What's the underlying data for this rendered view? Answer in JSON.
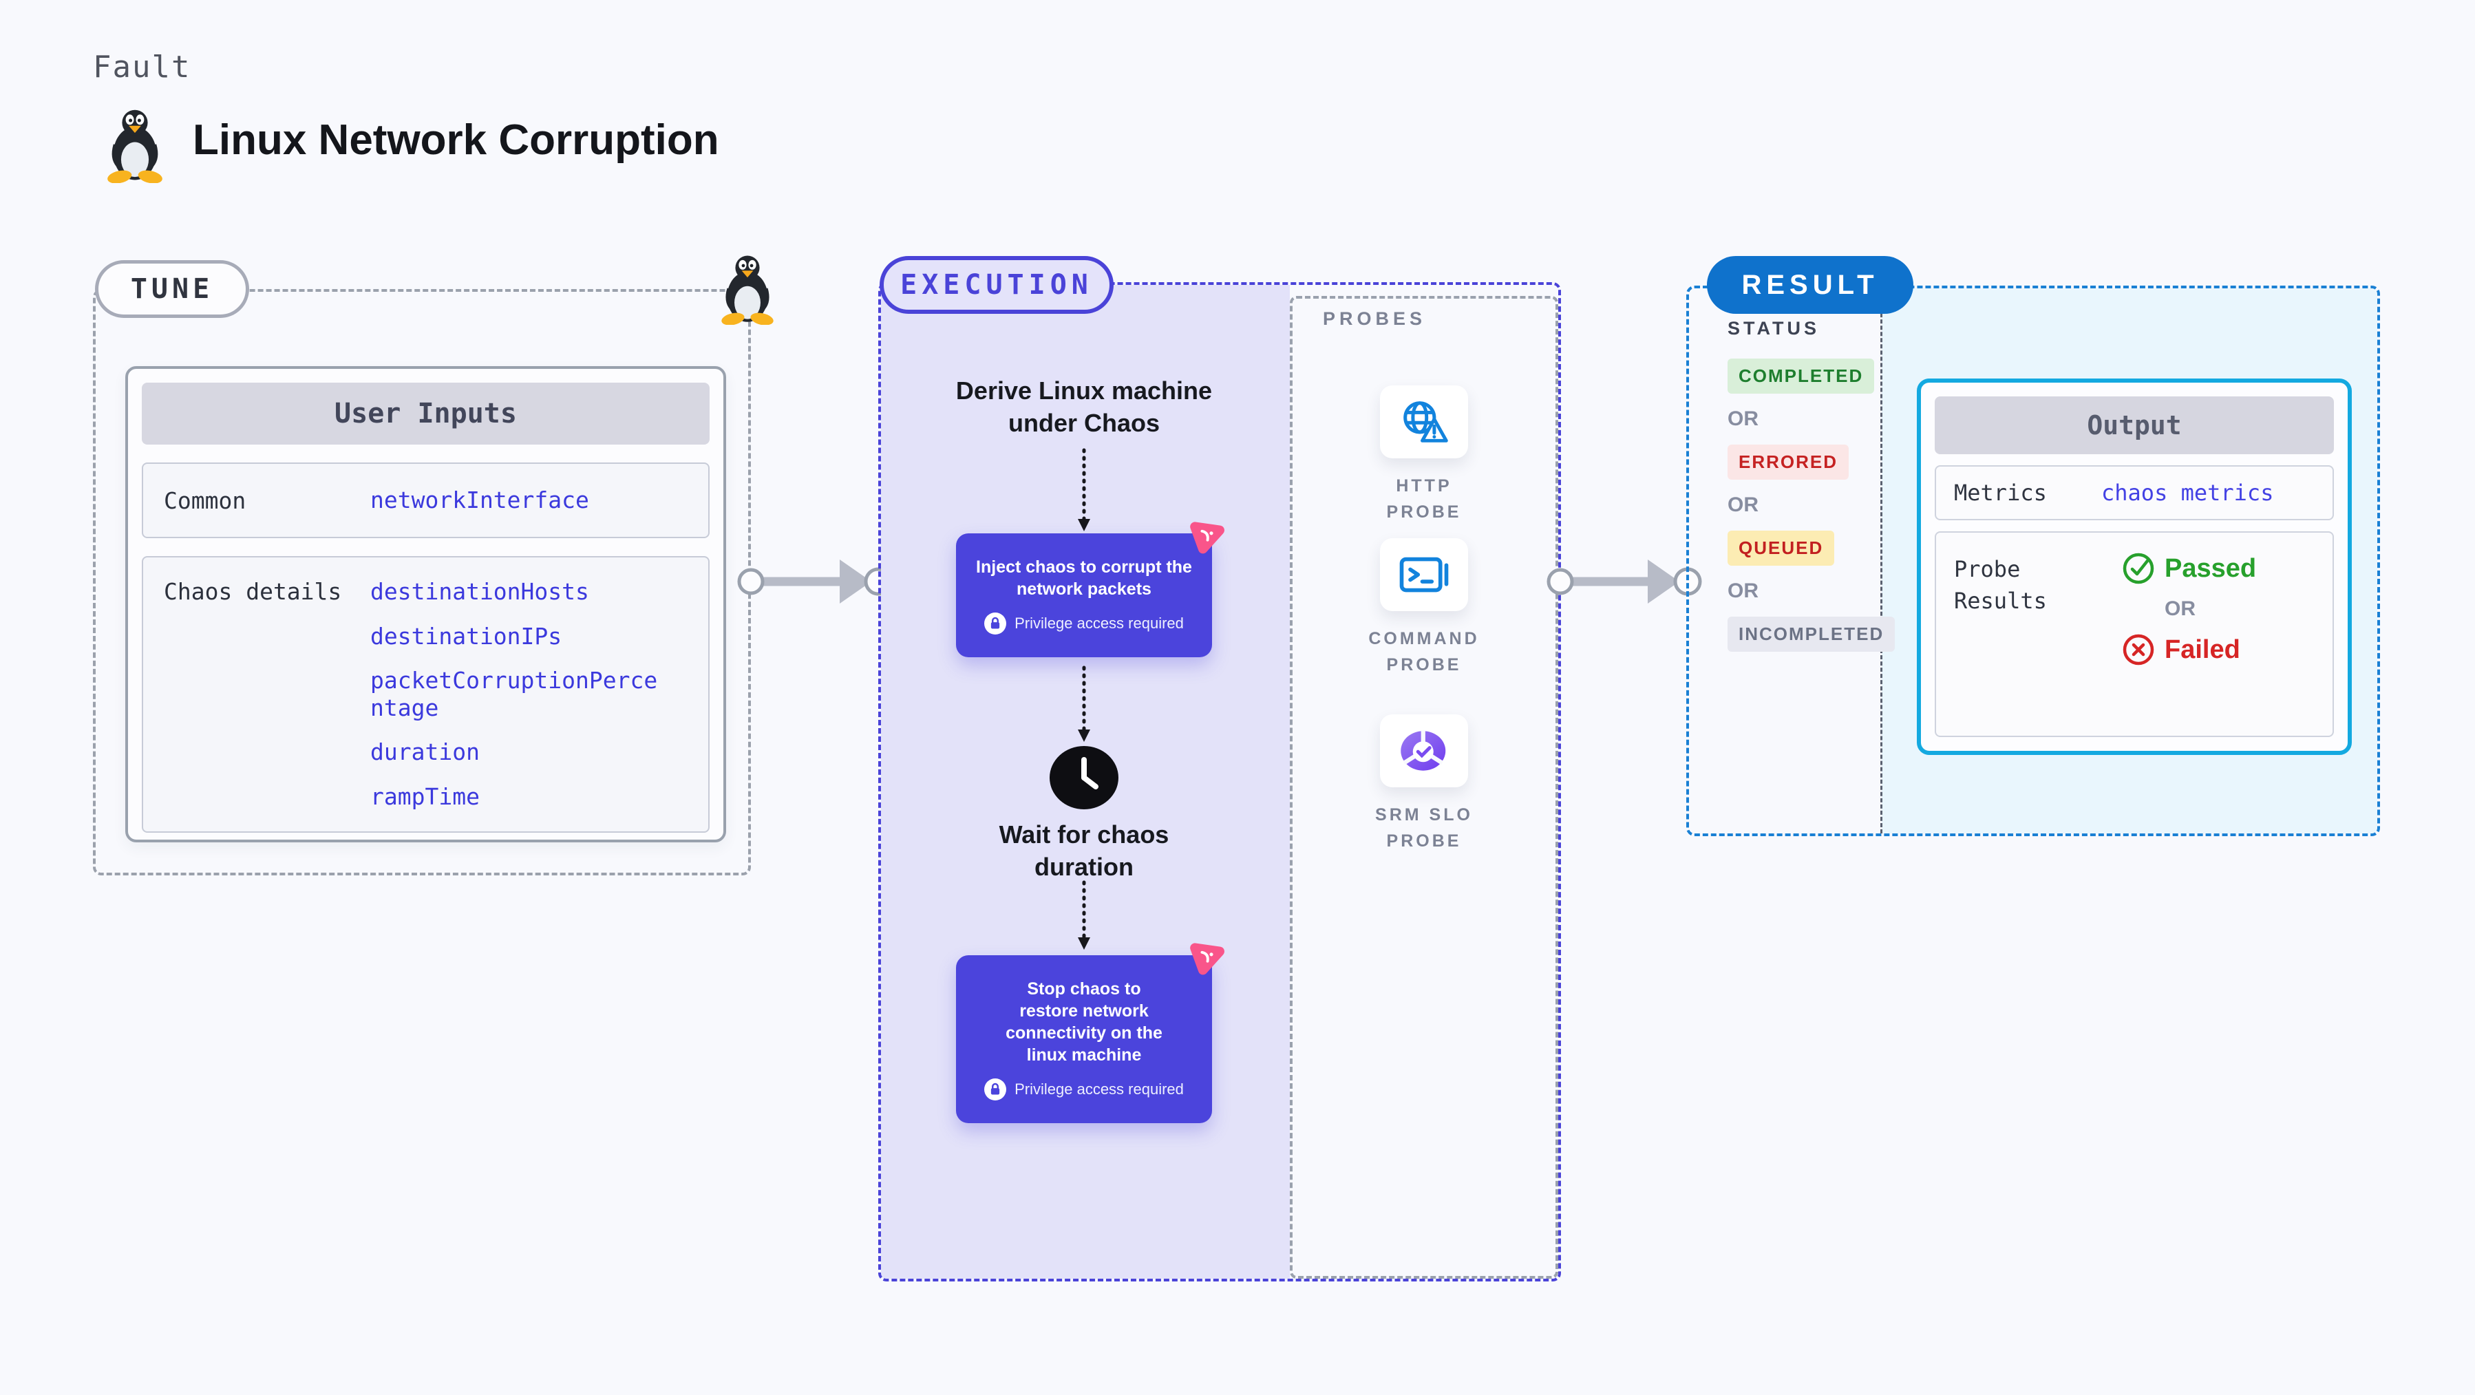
{
  "header": {
    "kicker": "Fault",
    "title": "Linux Network Corruption"
  },
  "tune": {
    "badge": "TUNE",
    "card_title": "User Inputs",
    "rows": [
      {
        "label": "Common",
        "params": [
          "networkInterface"
        ]
      },
      {
        "label": "Chaos details",
        "params": [
          "destinationHosts",
          "destinationIPs",
          "packetCorruptionPercentage",
          "duration",
          "rampTime"
        ]
      }
    ]
  },
  "execution": {
    "badge": "EXECUTION",
    "derive_step": "Derive Linux machine under Chaos",
    "inject_step": {
      "title": "Inject chaos to corrupt the network packets",
      "privilege": "Privilege access required"
    },
    "wait_step": "Wait for chaos duration",
    "stop_step": {
      "title": "Stop chaos to restore network connectivity on the linux machine",
      "privilege": "Privilege access required"
    }
  },
  "probes": {
    "label": "PROBES",
    "items": [
      {
        "name": "HTTP PROBE",
        "icon": "globe-alert-icon"
      },
      {
        "name": "COMMAND PROBE",
        "icon": "terminal-icon"
      },
      {
        "name": "SRM SLO PROBE",
        "icon": "slo-donut-check-icon"
      }
    ]
  },
  "result": {
    "badge": "RESULT",
    "status_label": "STATUS",
    "or": "OR",
    "statuses": [
      {
        "label": "COMPLETED",
        "kind": "completed"
      },
      {
        "label": "ERRORED",
        "kind": "errored"
      },
      {
        "label": "QUEUED",
        "kind": "queued"
      },
      {
        "label": "INCOMPLETED",
        "kind": "incompleted"
      }
    ],
    "output": {
      "title": "Output",
      "metrics_label": "Metrics",
      "metrics_value": "chaos metrics",
      "probe_results_label": "Probe Results",
      "passed": "Passed",
      "or": "OR",
      "failed": "Failed"
    }
  },
  "colors": {
    "accent_indigo": "#4b44dc",
    "accent_blue": "#0f72cc",
    "accent_cyan": "#14a9e0",
    "param_blue": "#3b39dd",
    "pink_logo": "#f9558a",
    "passed_green": "#27a02c",
    "failed_red": "#d62525",
    "lavender_bg": "#e3e2f9",
    "output_bg": "#e9f6fd"
  }
}
